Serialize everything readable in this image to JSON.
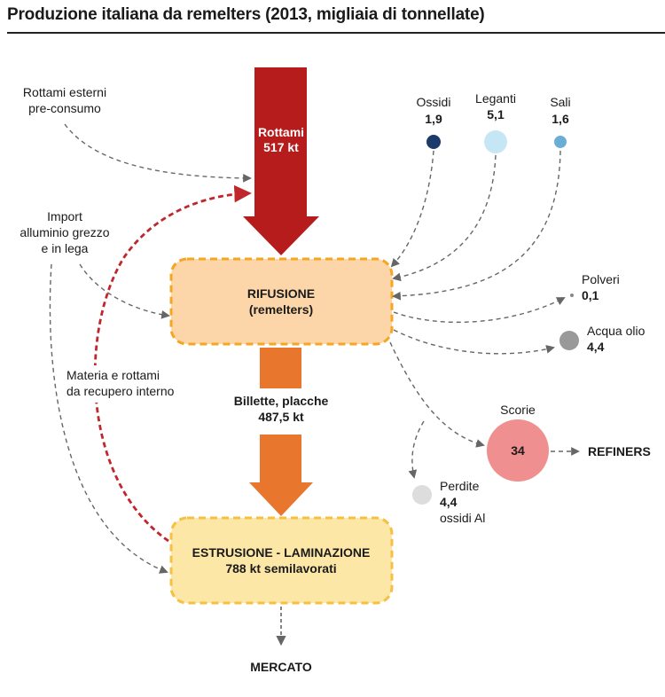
{
  "title": "Produzione italiana da remelters (2013, migliaia di tonnellate)",
  "rottami": {
    "name": "Rottami",
    "value": "517 kt"
  },
  "rottami_esterni": {
    "line1": "Rottami esterni",
    "line2": "pre-consumo"
  },
  "import": {
    "line1": "Import",
    "line2": "alluminio grezzo",
    "line3": "e in lega"
  },
  "recupero": {
    "line1": "Materia e rottami",
    "line2": "da recupero interno"
  },
  "rifusione": {
    "line1": "RIFUSIONE",
    "line2": "(remelters)"
  },
  "billette": {
    "line1": "Billette, placche",
    "line2": "487,5 kt"
  },
  "estrusione": {
    "line1": "ESTRUSIONE - LAMINAZIONE",
    "line2": "788 kt semilavorati"
  },
  "mercato": "MERCATO",
  "inputs": [
    {
      "name": "Ossidi",
      "value": "1,9",
      "color": "#1c3a6b"
    },
    {
      "name": "Leganti",
      "value": "5,1",
      "color": "#c7e6f5"
    },
    {
      "name": "Sali",
      "value": "1,6",
      "color": "#6aaed6"
    }
  ],
  "outputs": {
    "polveri": {
      "name": "Polveri",
      "value": "0,1",
      "color": "#888888"
    },
    "acqua_olio": {
      "name": "Acqua olio",
      "value": "4,4",
      "color": "#999999"
    },
    "scorie": {
      "name": "Scorie",
      "value": "34",
      "color": "#f08f8f"
    },
    "perdite": {
      "line1": "Perdite",
      "line2": "4,4",
      "line3": "ossidi Al",
      "color": "#dddddd"
    },
    "refiners": "REFINERS"
  },
  "colors": {
    "rottami_arrow": "#b71c1c",
    "billette_arrow": "#e8762c",
    "rifusione_fill": "#fcd6a8",
    "rifusione_border": "#f5a623",
    "estrusione_fill": "#fde7a6",
    "estrusione_border": "#f5c043",
    "recupero_line": "#c0272d",
    "connector": "#666666"
  }
}
